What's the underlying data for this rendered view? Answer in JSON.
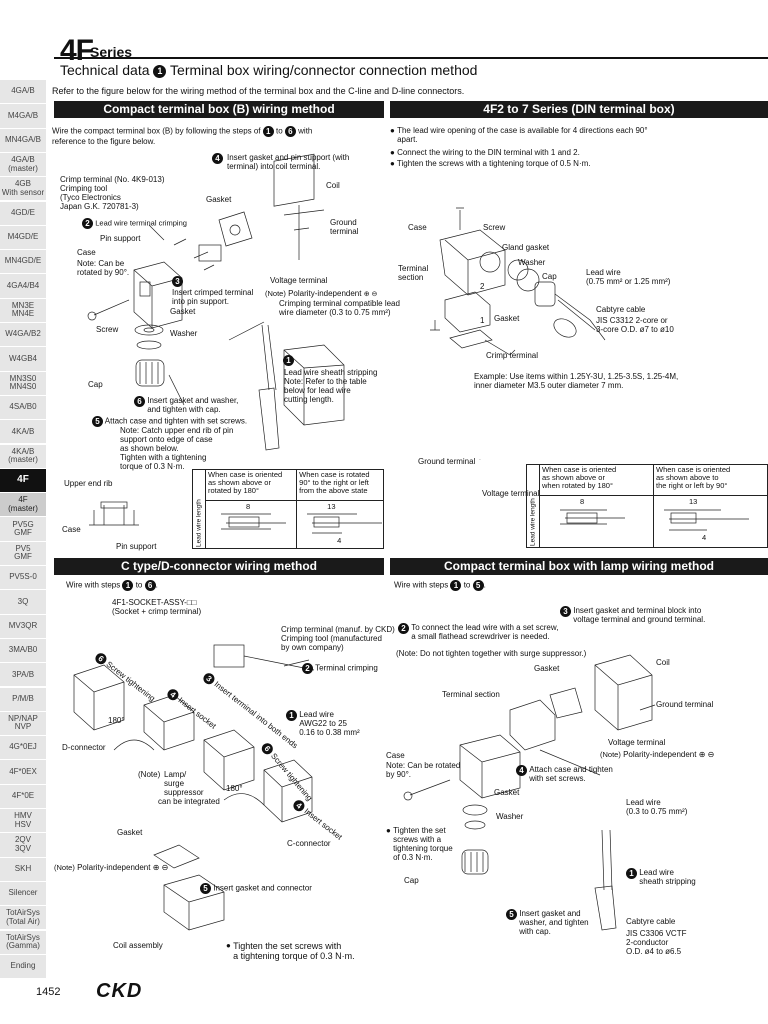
{
  "header": {
    "title": "4F",
    "series": "Series",
    "subtitle_pre": "Technical data",
    "subtitle_num": "1",
    "subtitle": "Terminal box wiring/connector connection method"
  },
  "intro": "Refer to the figure below for the wiring method of the terminal box and the C-line and D-line connectors.",
  "sidebar": [
    {
      "label": "4GA/B"
    },
    {
      "label": "M4GA/B"
    },
    {
      "label": "MN4GA/B"
    },
    {
      "label": "4GA/B\n(master)"
    },
    {
      "label": "4GB\nWith sensor"
    },
    {
      "label": "4GD/E"
    },
    {
      "label": "M4GD/E"
    },
    {
      "label": "MN4GD/E"
    },
    {
      "label": "4GA4/B4"
    },
    {
      "label": "MN3E\nMN4E"
    },
    {
      "label": "W4GA/B2"
    },
    {
      "label": "W4GB4"
    },
    {
      "label": "MN3S0\nMN4S0"
    },
    {
      "label": "4SA/B0"
    },
    {
      "label": "4KA/B"
    },
    {
      "label": "4KA/B\n(master)"
    },
    {
      "label": "4F"
    },
    {
      "label": "4F\n(master)"
    },
    {
      "label": "PV5G\nGMF"
    },
    {
      "label": "PV5\nGMF"
    },
    {
      "label": "PV5S-0"
    },
    {
      "label": "3Q"
    },
    {
      "label": "MV3QR"
    },
    {
      "label": "3MA/B0"
    },
    {
      "label": "3PA/B"
    },
    {
      "label": "P/M/B"
    },
    {
      "label": "NP/NAP\nNVP"
    },
    {
      "label": "4G*0EJ"
    },
    {
      "label": "4F*0EX"
    },
    {
      "label": "4F*0E"
    },
    {
      "label": "HMV\nHSV"
    },
    {
      "label": "2QV\n3QV"
    },
    {
      "label": "SKH"
    },
    {
      "label": "Silencer"
    },
    {
      "label": "TotAirSys\n(Total Air)"
    },
    {
      "label": "TotAirSys\n(Gamma)"
    },
    {
      "label": "Ending"
    }
  ],
  "sec_b": {
    "title": "Compact terminal box (B) wiring method",
    "intro_a": "Wire the compact terminal box (B) by following the steps of",
    "intro_n1": "1",
    "intro_to": "to",
    "intro_n2": "6",
    "intro_b": "with",
    "intro_c": "reference to the figure below.",
    "step4": "Insert gasket and pin support (with\nterminal) into coil terminal.",
    "crimp": "Crimp terminal (No. 4K9-013)\nCrimping tool\n(Tyco Electronics\nJapan G.K. 720781-3)",
    "coil": "Coil",
    "gasket": "Gasket",
    "ground": "Ground\nterminal",
    "step2": "Lead wire terminal crimping",
    "pin": "Pin support",
    "case": "Case",
    "case_note": "Note: Can be\nrotated by 90°.",
    "step3": "Insert crimped terminal\ninto pin support.",
    "voltage": "Voltage terminal",
    "note_pol_tag": "(Note)",
    "note_pol": "Polarity-independent",
    "crimp_compat": "Crimping terminal compatible lead\nwire diameter (0.3 to 0.75 mm²)",
    "gasket2": "Gasket",
    "screw": "Screw",
    "washer": "Washer",
    "step1": "Lead wire sheath stripping",
    "step1_note": "Note: Refer to the table\nbelow for lead wire\ncutting length.",
    "cap": "Cap",
    "step6": "Insert gasket and washer,\nand tighten with cap.",
    "step5": "Attach case and tighten with set screws.",
    "step5_note": "Note: Catch upper end rib of pin\nsupport onto edge of case\nas shown below.\nTighten with a tightening\ntorque of 0.3 N·m.",
    "upper_rib": "Upper end rib",
    "case2": "Case",
    "pin2": "Pin support",
    "tbl_h1": "When case is oriented\nas shown above or\nrotated by 180°",
    "tbl_h2": "When case is rotated\n90° to the right or left\nfrom the above state",
    "tbl_side": "Lead wire length",
    "dim8": "8",
    "dim13": "13",
    "dim4": "4"
  },
  "sec_din": {
    "title": "4F2 to 7 Series (DIN terminal box)",
    "b1": "The lead wire opening of the case is available for 4 directions each 90°\napart.",
    "b2": "Connect the wiring to the DIN terminal with 1 and 2.",
    "b3": "Tighten the screws with a tightening torque of 0.5 N·m.",
    "case": "Case",
    "screw": "Screw",
    "gland": "Gland gasket",
    "washer": "Washer",
    "cap": "Cap",
    "terminal": "Terminal\nsection",
    "lead": "Lead wire\n(0.75 mm² or 1.25 mm²)",
    "cab": "Cabtyre cable",
    "cab_spec": "JIS C3312 2-core or\n3-core O.D. ø7 to ø10",
    "gasket": "Gasket",
    "crimp": "Crimp terminal",
    "example": "Example: Use items within 1.25Y-3U, 1.25-3.5S, 1.25-4M,\n               inner diameter M3.5 outer diameter 7 mm.",
    "ground": "Ground terminal",
    "voltage": "Voltage terminal",
    "tbl_h1": "When case is oriented\nas shown above or\nwhen rotated by 180°",
    "tbl_h2": "When case is oriented\nas shown above to\nthe right or left by 90°",
    "tbl_side": "Lead wire length",
    "dim8": "8",
    "dim13": "13",
    "dim4": "4",
    "n1": "1",
    "n2": "2"
  },
  "sec_c": {
    "title": "C type/D-connector wiring method",
    "steps_a": "Wire with steps",
    "n1": "1",
    "to": "to",
    "n2": "6",
    "assy": "4F1-SOCKET-ASSY-□□\n(Socket + crimp terminal)",
    "crimp_term": "Crimp terminal (manuf. by CKD)\nCrimping tool (manufactured\nby own company)",
    "step2": "Terminal crimping",
    "step3": "Insert terminal into both ends",
    "step6": "Screw tightening",
    "step4": "Insert socket",
    "step1": "Lead wire\nAWG22 to 25\n0.16 to 0.38 mm²",
    "deg180a": "180°",
    "dconn": "D-connector",
    "note_tag": "(Note)",
    "lamp": "Lamp/\nsurge\nsuppressor",
    "lamp2": "can be integrated",
    "deg180b": "180°",
    "step6b": "Screw tightening",
    "step4b": "Insert socket",
    "cconn": "C-connector",
    "gasket": "Gasket",
    "pol_tag": "(Note)",
    "pol": "Polarity-independent",
    "step5": "Insert gasket and connector",
    "coil": "Coil assembly",
    "tighten": "Tighten the set screws with\na tightening torque of 0.3 N·m."
  },
  "sec_lamp": {
    "title": "Compact terminal box with lamp wiring method",
    "steps_a": "Wire with steps",
    "n1": "1",
    "to": "to",
    "n2": "5",
    "step3": "Insert gasket and terminal block into\nvoltage terminal and ground terminal.",
    "step2": "To connect the lead wire with a set screw,\na small flathead screwdriver is needed.",
    "note": "(Note: Do not tighten together with surge suppressor.)",
    "coil": "Coil",
    "gasket": "Gasket",
    "terminal": "Terminal section",
    "ground": "Ground terminal",
    "case": "Case",
    "case_note": "Note: Can be rotated\nby 90°.",
    "voltage": "Voltage terminal",
    "pol_tag": "(Note)",
    "pol": "Polarity-independent",
    "step4": "Attach case and tighten\nwith set screws.",
    "gasket2": "Gasket",
    "washer": "Washer",
    "lead": "Lead wire\n(0.3 to 0.75 mm²)",
    "tighten": "Tighten the set\nscrews with a\ntightening torque\nof 0.3 N·m.",
    "cap": "Cap",
    "step1": "Lead wire\nsheath stripping",
    "step5": "Insert gasket and\nwasher, and tighten\nwith cap.",
    "cab": "Cabtyre cable",
    "cab_spec": "JIS C3306 VCTF\n2-conductor\nO.D. ø4 to ø6.5"
  },
  "footer": {
    "page": "1452",
    "logo": "CKD"
  }
}
